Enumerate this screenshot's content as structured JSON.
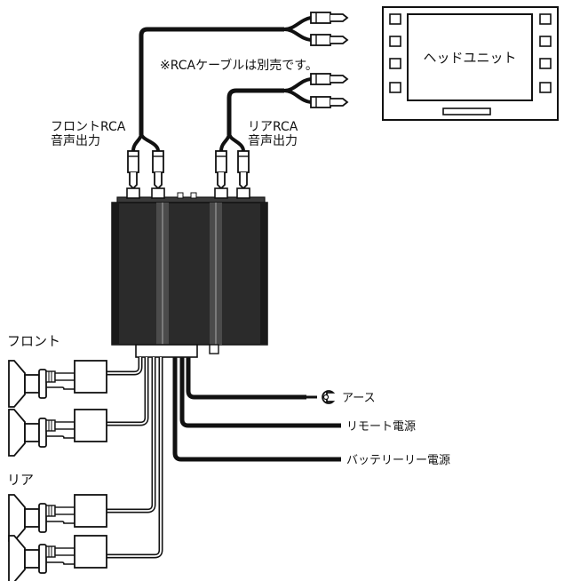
{
  "labels": {
    "rca_note": "※RCAケーブルは別売です。",
    "head_unit": "ヘッドユニット",
    "front_rca_line1": "フロントRCA",
    "front_rca_line2": "音声出力",
    "rear_rca_line1": "リアRCA",
    "rear_rca_line2": "音声出力",
    "front_speakers": "フロント",
    "rear_speakers": "リア",
    "ground": "アース",
    "remote_power": "リモート電源",
    "battery_power": "バッテリーリー電源"
  },
  "colors": {
    "line": "#111111",
    "amp_body": "#2a2a2a",
    "amp_band": "#4a4a4a",
    "background": "#ffffff"
  }
}
